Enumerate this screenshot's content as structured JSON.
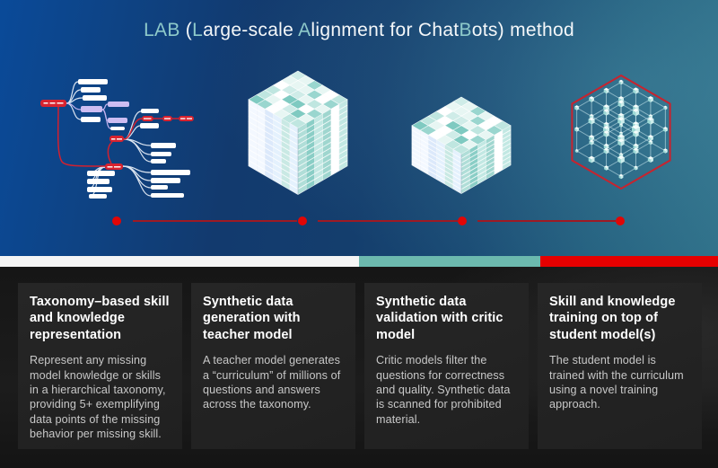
{
  "title": {
    "segments": [
      {
        "text": "LAB",
        "color": "teal"
      },
      {
        "text": " (",
        "color": "white"
      },
      {
        "text": "L",
        "color": "teal"
      },
      {
        "text": "arge-scale ",
        "color": "white"
      },
      {
        "text": "A",
        "color": "teal"
      },
      {
        "text": "lignment for Chat",
        "color": "white"
      },
      {
        "text": "B",
        "color": "teal"
      },
      {
        "text": "ots) method",
        "color": "white"
      }
    ]
  },
  "steps": [
    {
      "title": "Taxonomy–based skill and knowledge representation",
      "body": "Represent any missing model knowledge or skills in a hierarchical taxonomy, providing 5+ exemplifying data points of the missing behavior per missing skill."
    },
    {
      "title": "Synthetic data generation with teacher model",
      "body": "A teacher model generates a “curriculum” of millions of questions and answers across the taxonomy."
    },
    {
      "title": "Synthetic data validation with critic model",
      "body": "Critic models filter the questions for correctness and quality. Synthetic data is scanned for prohibited material."
    },
    {
      "title": "Skill and knowledge training on top of student model(s)",
      "body": "The student model is trained with the curriculum using a novel training approach."
    }
  ],
  "colors": {
    "accent_teal": "#8ecaca",
    "title_white": "#f4f7f9",
    "timeline_dot_red": "#e10606",
    "timeline_line_red": "#9e1a24",
    "stripe_white": "#f5f5f5",
    "stripe_teal": "#6cb9ae",
    "stripe_red": "#e60000",
    "tree_node_red": "#d8232f",
    "tree_node_purple": "#cdbdf2",
    "hex_outline_red": "#c8232e"
  },
  "graphics": {
    "cube_top_palette": [
      "#ffffff",
      "#e7f6f3",
      "#bfe6e0",
      "#9ad6cf",
      "#7fcac1",
      "#ffffff",
      "#cfece8"
    ],
    "cube_left_palette": [
      "#f3f8ff",
      "#dce9fb",
      "#c9e9e4",
      "#ffffff",
      "#b9e2dd",
      "#e4f1fd"
    ],
    "cube_right_palette": [
      "#9fd6cf",
      "#ffffff",
      "#8acec6",
      "#c2e8e3",
      "#75c4bb",
      "#b0ded8"
    ],
    "lattice_node_top": "#f4fdfc",
    "lattice_node_left": "#9edad6",
    "lattice_node_right": "#cdeeec",
    "lattice_line": "rgba(215,242,246,0.55)"
  }
}
